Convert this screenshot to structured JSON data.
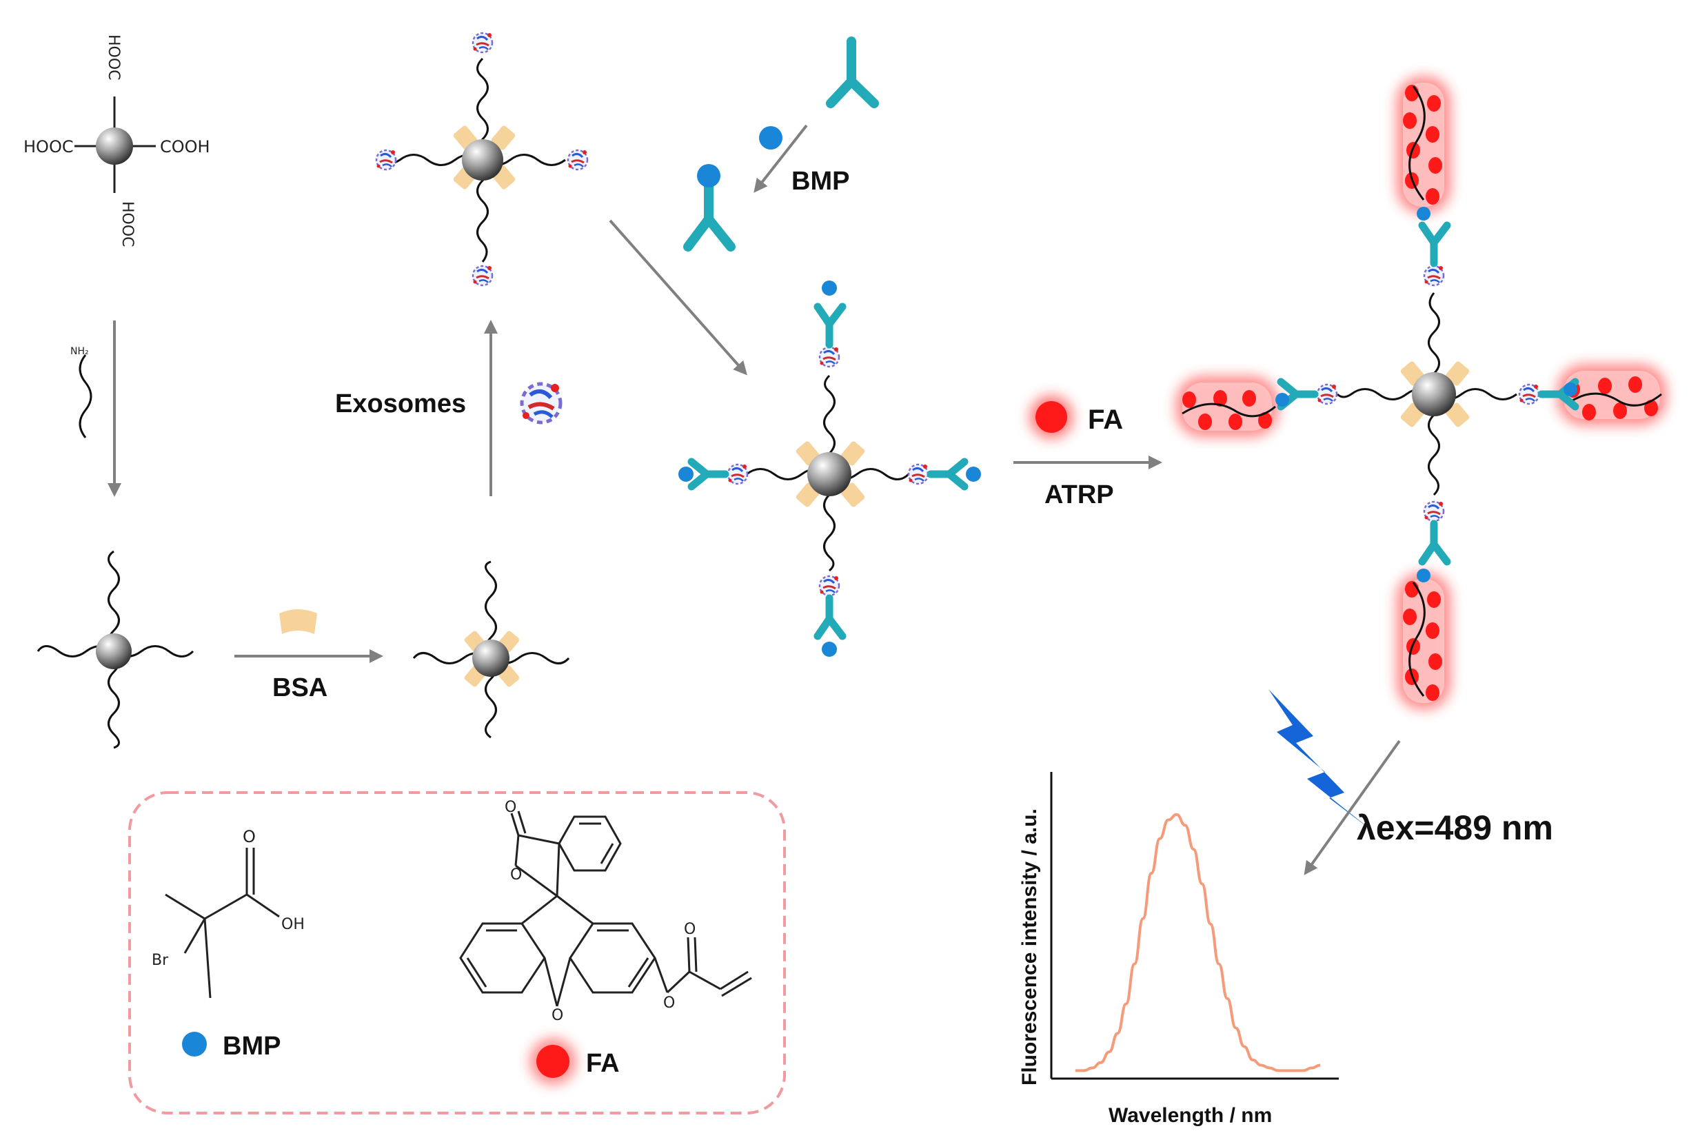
{
  "groups": {
    "top": "HOOC",
    "left": "HOOC",
    "right": "COOH",
    "bottom": "HOOC"
  },
  "amine": "NH₂",
  "labels": {
    "exosomes": "Exosomes",
    "bsa": "BSA",
    "bmp": "BMP",
    "fa": "FA",
    "atrp": "ATRP",
    "excitation": "λex=489 nm"
  },
  "legend": {
    "bmp_label": "BMP",
    "fa_label": "FA",
    "o_top": "O",
    "oh": "OH",
    "br": "Br",
    "fa_o1": "O",
    "fa_o2": "O",
    "fa_o3": "O",
    "fa_o4": "O",
    "fa_o5": "O"
  },
  "chart_data": {
    "type": "line",
    "xlabel": "Wavelength / nm",
    "ylabel": "Fluorescence intensity  / a.u.",
    "series": [
      {
        "values": [
          0.03,
          0.03,
          0.04,
          0.06,
          0.1,
          0.17,
          0.28,
          0.43,
          0.6,
          0.77,
          0.9,
          0.97,
          0.99,
          0.95,
          0.86,
          0.73,
          0.58,
          0.43,
          0.3,
          0.19,
          0.12,
          0.07,
          0.05,
          0.04,
          0.03,
          0.03,
          0.03,
          0.03,
          0.04,
          0.05
        ]
      }
    ],
    "ylim": [
      0,
      1.15
    ]
  },
  "colors": {
    "antibody": "#22aab8",
    "bmp": "#1a86d8",
    "fa": "#ff1a1a",
    "bsa": "#f7d39c",
    "arrow": "#808080",
    "curve": "#f59b7a",
    "bolt": "#1565d8",
    "box": "#f19aa0"
  }
}
